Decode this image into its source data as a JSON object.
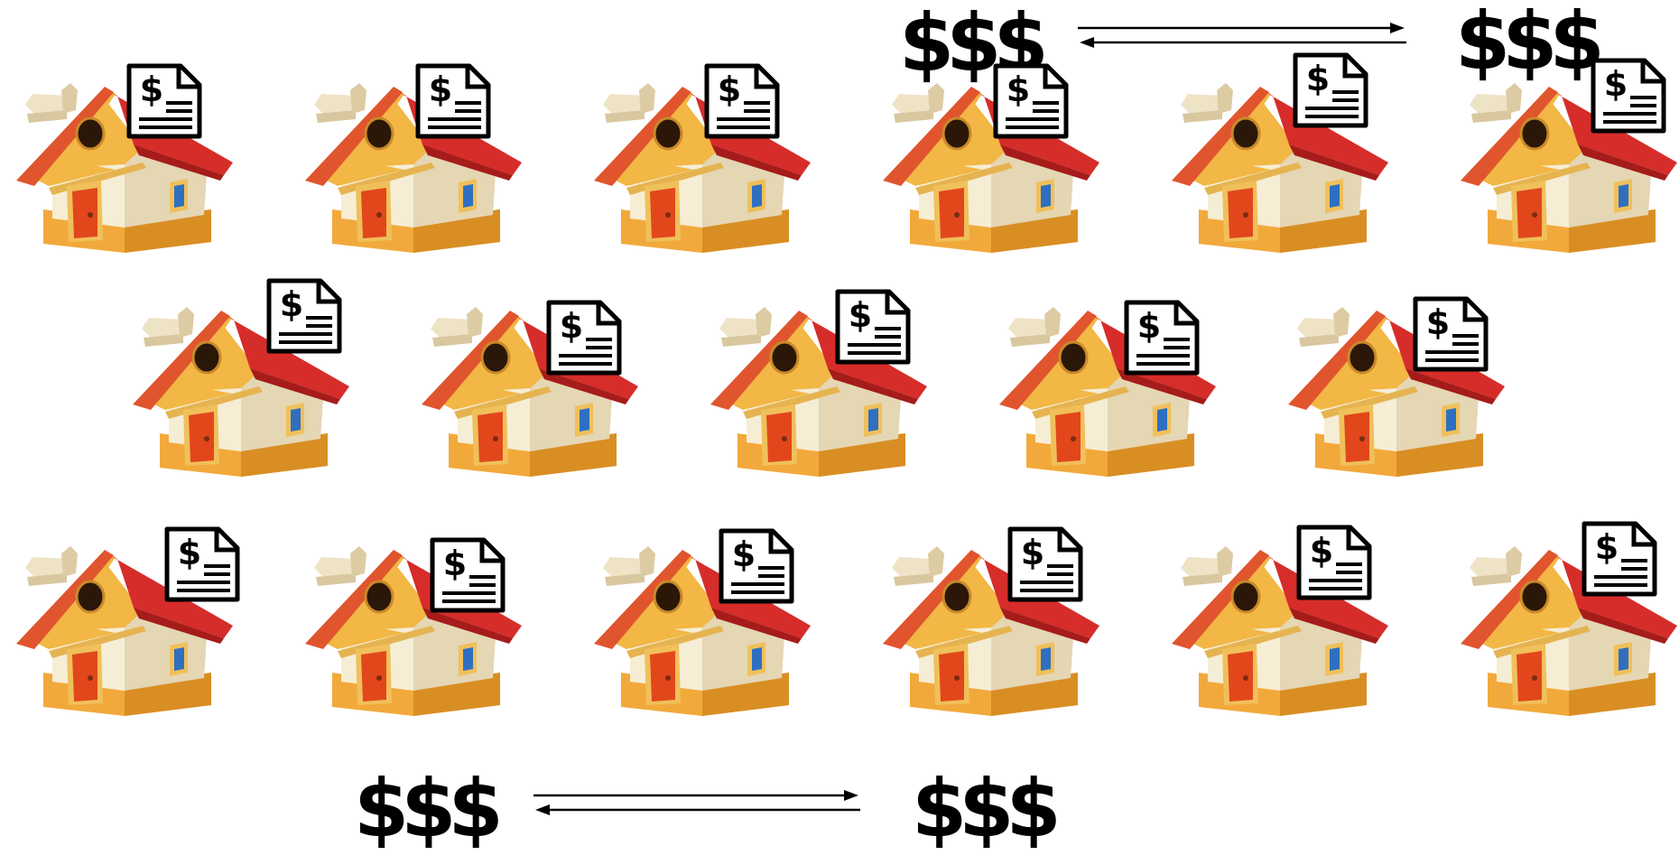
{
  "money_labels": [
    "$$$",
    "$$$",
    "$$$",
    "$$$"
  ],
  "document_icon_symbol": "$",
  "house_rows": [
    6,
    5,
    6
  ],
  "colors": {
    "roof": "#d62d2a",
    "roof_dark": "#a51c1a",
    "gable": "#f2b744",
    "wall": "#f6edd5",
    "wall_shade": "#e5d6b4",
    "base": "#f2a93b",
    "door": "#e2471c",
    "window": "#2f6fc2",
    "ink": "#000000"
  },
  "icons": [
    "house-icon",
    "invoice-icon",
    "double-arrow-icon"
  ]
}
